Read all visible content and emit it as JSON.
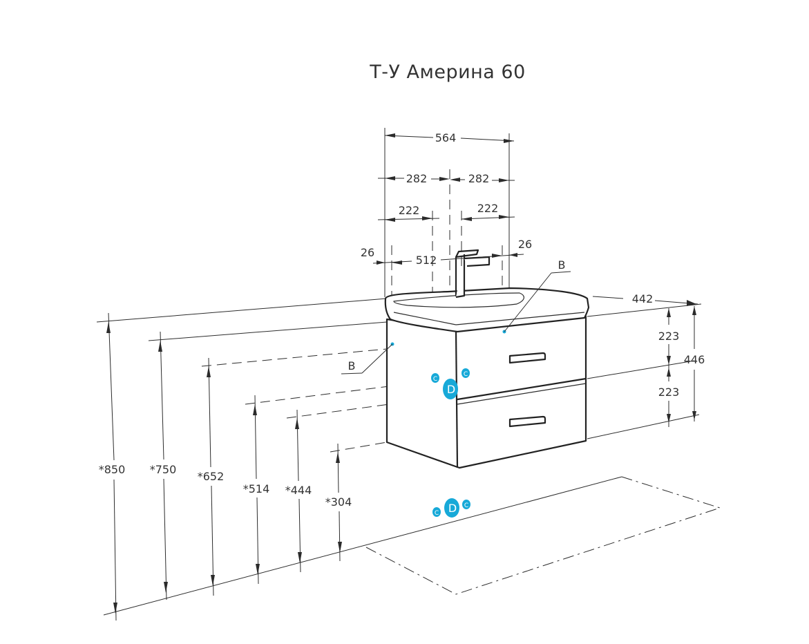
{
  "title": "Т-У Америна 60",
  "width_dims": {
    "total": "564",
    "half_left": "282",
    "half_right": "282",
    "offset_left": "222",
    "offset_right": "222",
    "margin_left": "26",
    "margin_right": "26",
    "inner": "512"
  },
  "depth_dim": "442",
  "right_dims": {
    "upper": "223",
    "lower": "223",
    "total": "446"
  },
  "height_dims": {
    "h850": "*850",
    "h750": "*750",
    "h652": "*652",
    "h514": "*514",
    "h444": "*444",
    "h304": "*304"
  },
  "markers": {
    "b_right": "B",
    "b_left": "B"
  },
  "connectors": {
    "cold": "C",
    "drain": "D",
    "hot": "C"
  },
  "colors": {
    "connector": "#17a9d8",
    "line": "#2b2b2b"
  }
}
